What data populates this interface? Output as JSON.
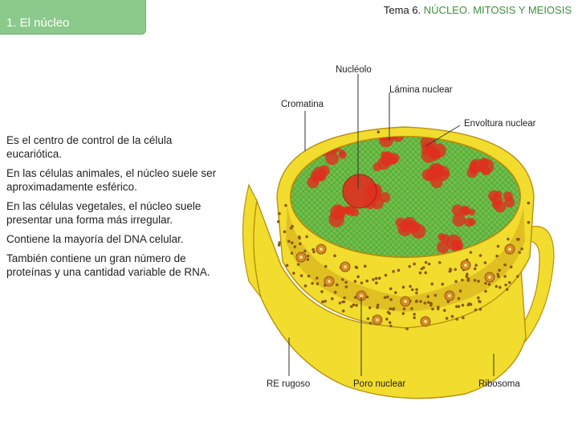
{
  "header": {
    "section_title": "1. El núcleo",
    "unit_label": "Tema 6. ",
    "unit_topic": "NÚCLEO. MITOSIS Y MEIOSIS"
  },
  "bullets": [
    "Es el centro de control de la célula eucariótica.",
    "En las células animales, el núcleo suele ser aproximadamente esférico.",
    "En las células vegetales, el núcleo suele presentar una forma más irregular.",
    "Contiene la mayoría del DNA celular.",
    "También contiene un gran número de proteínas y una cantidad variable de RNA."
  ],
  "diagram": {
    "labels": {
      "nucleolo": "Nucléolo",
      "lamina": "Lámina nuclear",
      "cromatina": "Cromatina",
      "envoltura": "Envoltura nuclear",
      "re_rugoso": "RE rugoso",
      "poro": "Poro nuclear",
      "ribosoma": "Ribosoma"
    },
    "colors": {
      "membrane": "#f2dc2e",
      "membrane_dark": "#cfa81a",
      "nucleoplasm": "#6fbf4a",
      "chromatin": "#e0301e",
      "pore": "#d9892b"
    }
  }
}
